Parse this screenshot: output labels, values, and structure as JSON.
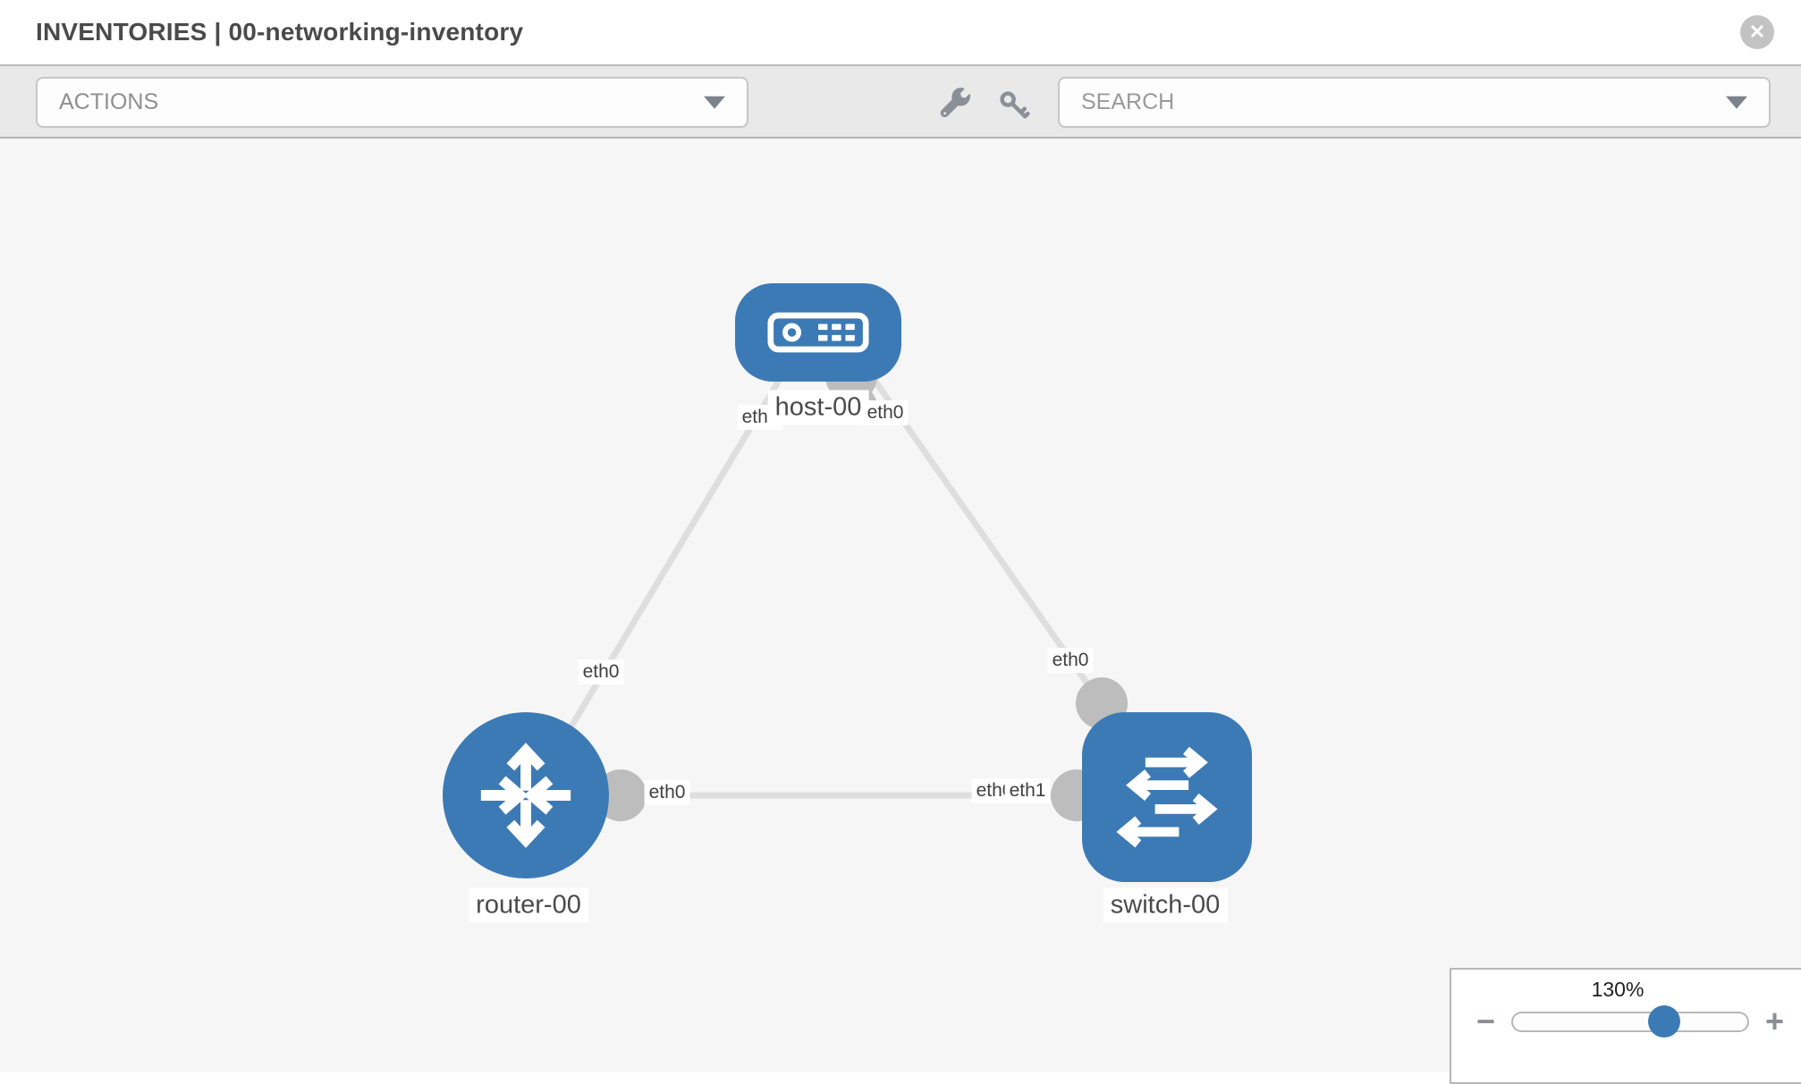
{
  "header": {
    "title": "INVENTORIES | 00-networking-inventory",
    "close_glyph": "✕"
  },
  "toolbar": {
    "actions_label": "ACTIONS",
    "search_placeholder": "SEARCH",
    "tool_icons": [
      "wrench",
      "key"
    ]
  },
  "topology": {
    "nodes": [
      {
        "name": "host-00",
        "type": "host"
      },
      {
        "name": "router-00",
        "type": "router"
      },
      {
        "name": "switch-00",
        "type": "switch"
      }
    ],
    "links": [
      {
        "from": "host-00",
        "from_iface": "eth0",
        "to": "router-00",
        "to_iface": "eth0"
      },
      {
        "from": "host-00",
        "from_iface": "eth0",
        "to": "switch-00",
        "to_iface": "eth0"
      },
      {
        "from": "router-00",
        "from_iface": "eth0",
        "to": "switch-00",
        "to_iface": "eth1"
      }
    ],
    "iface_labels": {
      "host_router_host_end": "eth0",
      "host_router_router_end": "eth0",
      "host_switch_host_end": "eth0",
      "host_switch_switch_end": "eth0",
      "router_switch_router_end": "eth0",
      "router_switch_switch_end_hidden": "eth0",
      "router_switch_switch_end": "eth1"
    }
  },
  "zoom_control": {
    "level": "130%",
    "minus_glyph": "−",
    "plus_glyph": "+"
  },
  "colors": {
    "node_blue": "#3c7ab5",
    "link_gray": "#dedede",
    "connector_gray": "#bdbdbd",
    "canvas_bg": "#f6f6f6",
    "toolbar_bg": "#e9e9e9",
    "icon_gray": "#8b9097"
  }
}
